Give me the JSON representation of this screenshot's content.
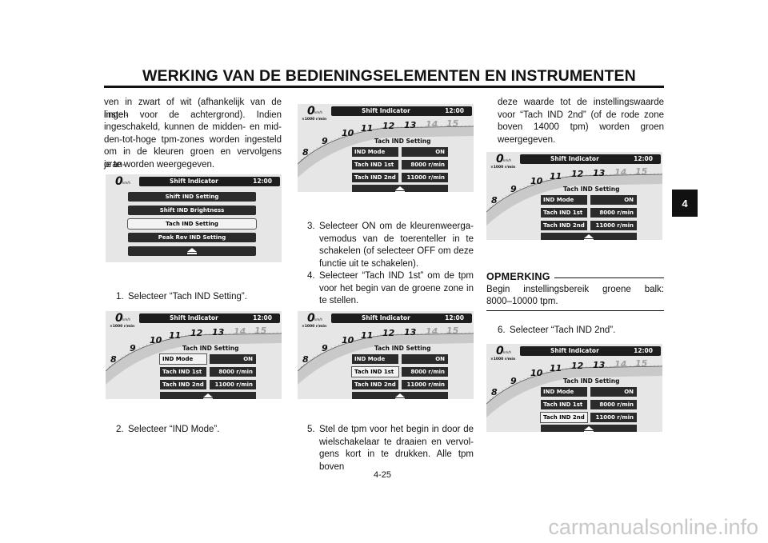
{
  "header": {
    "title": "WERKING VAN DE BEDIENINGSELEMENTEN EN INSTRUMENTEN",
    "chapter_tab": "4"
  },
  "page_number": "4-25",
  "watermark": "carmanualsonline.info",
  "col1": {
    "lines": [
      "ven in zwart of wit (afhankelijk van de instel-",
      "lingen voor de achtergrond). Indien",
      "ingeschakeld, kunnen de midden- en mid-",
      "den-tot-hoge tpm-zones worden ingesteld",
      "om in de kleuren groen en vervolgens oran-",
      "je te worden weergegeven."
    ],
    "step1": {
      "num": "1.",
      "text": "Selecteer “Tach IND Setting”."
    },
    "step2": {
      "num": "2.",
      "text": "Selecteer “IND Mode”."
    }
  },
  "col2": {
    "step3": {
      "num": "3.",
      "lines": [
        "Selecteer ON om de kleurenweerga-",
        "vemodus van de toerenteller in te",
        "schakelen (of selecteer OFF om deze",
        "functie uit te schakelen)."
      ]
    },
    "step4": {
      "num": "4.",
      "lines": [
        "Selecteer “Tach IND 1st” om de tpm",
        "voor het begin van de groene zone in",
        "te stellen."
      ]
    },
    "step5": {
      "num": "5.",
      "lines": [
        "Stel de tpm voor het begin in door de",
        "wielschakelaar te draaien en vervol-",
        "gens kort in te drukken. Alle tpm boven"
      ]
    }
  },
  "col3": {
    "lines": [
      "deze waarde tot de instellingswaarde",
      "voor “Tach IND 2nd” (of de rode zone",
      "boven 14000 tpm) worden groen",
      "weergegeven."
    ],
    "note_heading": "OPMERKING",
    "note_lines": [
      "Begin instellingsbereik groene balk:",
      "8000–10000 tpm."
    ],
    "step6": {
      "num": "6.",
      "text": "Selecteer “Tach IND 2nd”."
    }
  },
  "screen_common": {
    "speed": "0",
    "speed_unit": "km/h",
    "bar_title": "Shift Indicator",
    "clock": "12:00",
    "rpm_note": "×1000 r/min",
    "tach_numbers": [
      "8",
      "9",
      "10",
      "11",
      "12",
      "13",
      "14",
      "15"
    ],
    "settings_heading": "Tach IND Setting",
    "rows": [
      {
        "label": "IND Mode",
        "value": "ON"
      },
      {
        "label": "Tach IND 1st",
        "value": "8000 r/min"
      },
      {
        "label": "Tach IND 2nd",
        "value": "11000 r/min"
      }
    ]
  },
  "screen_menu": {
    "items": [
      "Shift IND Setting",
      "Shift IND Brightness",
      "Tach IND Setting",
      "Peak Rev IND Setting"
    ],
    "selected": 2
  },
  "screens": [
    {
      "selected_row": 0
    },
    {
      "selected_row": -1
    },
    {
      "selected_row": 1
    },
    {
      "selected_row": -1
    },
    {
      "selected_row": 2
    }
  ],
  "colors": {
    "screen_bg": "#e6e6e6",
    "menu_dark": "#2b2b2b",
    "text": "#111111"
  }
}
